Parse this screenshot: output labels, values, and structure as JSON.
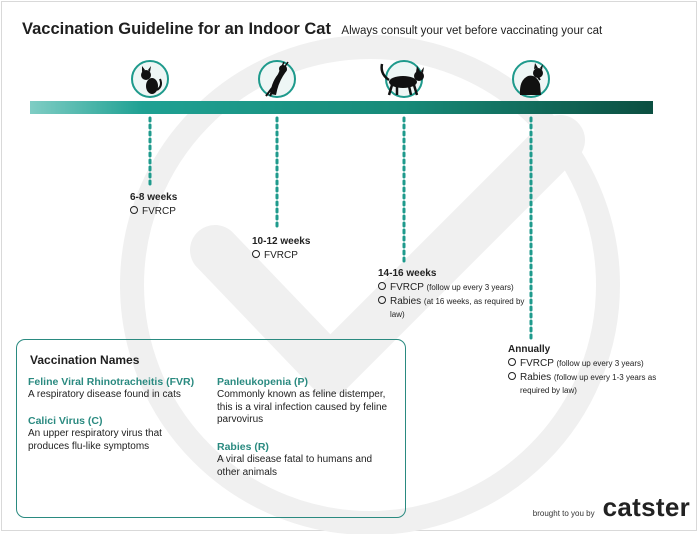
{
  "header": {
    "title": "Vaccination Guideline for an Indoor Cat",
    "subtitle": "Always consult your vet before vaccinating your cat"
  },
  "colors": {
    "teal": "#1e9a8c",
    "teal_light": "#76c8bf",
    "teal_dark": "#0d5648",
    "box_border": "#2a8a80",
    "heading_green": "#2a8a80"
  },
  "timeline": {
    "stages": [
      {
        "period": "6-8 weeks",
        "icon": "kitten-sitting-icon",
        "vaccines": [
          {
            "name": "FVRCP",
            "note": ""
          }
        ]
      },
      {
        "period": "10-12 weeks",
        "icon": "kitten-jumping-icon",
        "vaccines": [
          {
            "name": "FVRCP",
            "note": ""
          }
        ]
      },
      {
        "period": "14-16 weeks",
        "icon": "cat-walking-icon",
        "vaccines": [
          {
            "name": "FVRCP",
            "note": "(follow up every 3 years)"
          },
          {
            "name": "Rabies",
            "note": "(at 16 weeks, as required by law)"
          }
        ]
      },
      {
        "period": "Annually",
        "icon": "cat-grooming-icon",
        "vaccines": [
          {
            "name": "FVRCP",
            "note": "(follow up every 3 years)"
          },
          {
            "name": "Rabies",
            "note": "(follow up every 1-3 years as required by law)"
          }
        ]
      }
    ]
  },
  "names": {
    "title": "Vaccination Names",
    "items": [
      {
        "name": "Feline Viral Rhinotracheitis (FVR)",
        "desc": "A respiratory disease found in cats"
      },
      {
        "name": "Calici Virus (C)",
        "desc": "An upper respiratory virus that produces flu-like symptoms"
      },
      {
        "name": "Panleukopenia  (P)",
        "desc": "Commonly known as feline distemper, this is a viral infection caused by feline parvovirus"
      },
      {
        "name": "Rabies (R)",
        "desc": "A viral disease fatal to humans and other animals"
      }
    ]
  },
  "branding": {
    "small_text": "brought to you by",
    "logo": "catster"
  }
}
